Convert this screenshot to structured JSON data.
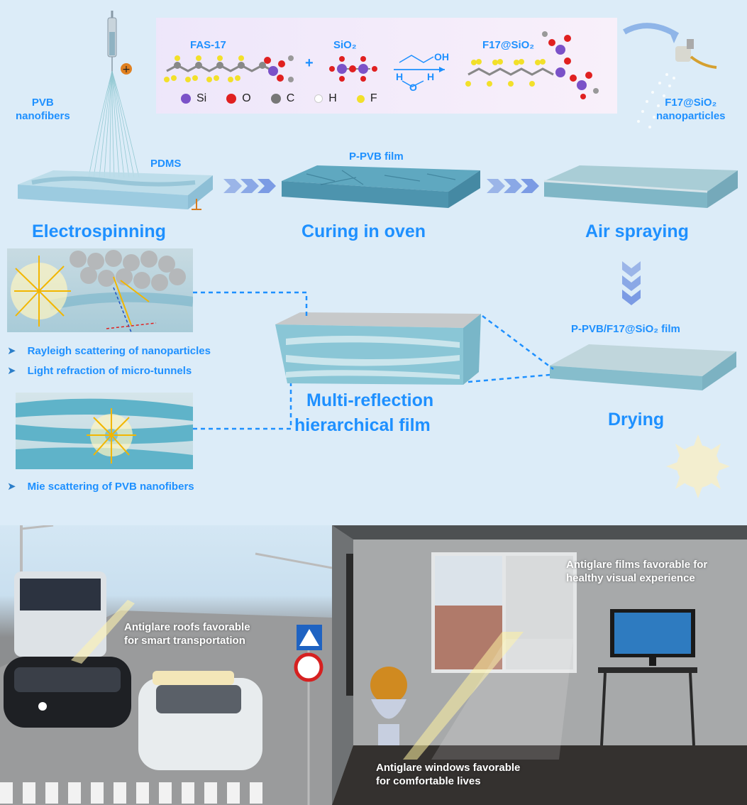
{
  "colors": {
    "accent": "#1e90ff",
    "background": "#dcecf8",
    "film": "#6fb9cf",
    "si": "#7b52c8",
    "o": "#e02020",
    "c": "#777777",
    "h": "#ffffff",
    "f": "#f2e02a"
  },
  "top": {
    "pvb_label": "PVB\nnanofibers",
    "fas_label": "FAS-17",
    "plus": "+",
    "sio2_label": "SiO₂",
    "reagent_oh": "OH",
    "reagent_h2o_h1": "H",
    "reagent_h2o_o": "O",
    "reagent_h2o_h2": "H",
    "product_label": "F17@SiO₂",
    "spray_label": "F17@SiO₂\nnanoparticles",
    "legend": [
      {
        "symbol": "Si",
        "color": "#7b52c8"
      },
      {
        "symbol": "O",
        "color": "#e02020"
      },
      {
        "symbol": "C",
        "color": "#777777"
      },
      {
        "symbol": "H",
        "color": "#ffffff"
      },
      {
        "symbol": "F",
        "color": "#f2e02a"
      }
    ]
  },
  "process": {
    "pdms_label": "PDMS",
    "ppvb_label": "P-PVB film",
    "stage1": "Electrospinning",
    "stage2": "Curing in oven",
    "stage3": "Air spraying",
    "final_film_label": "P-PVB/F17@SiO₂ film",
    "stage4": "Drying"
  },
  "mechanism": {
    "bullet1": "Rayleigh scattering of nanoparticles",
    "bullet2": "Light refraction of micro-tunnels",
    "bullet3": "Mie scattering of PVB nanofibers",
    "center_title_line1": "Multi-reflection",
    "center_title_line2": "hierarchical film"
  },
  "scene": {
    "roof_text_line1": "Antiglare roofs favorable",
    "roof_text_line2": "for smart transportation",
    "film_text_line1": "Antiglare films favorable for",
    "film_text_line2": "healthy visual experience",
    "window_text_line1": "Antiglare windows favorable",
    "window_text_line2": "for comfortable lives"
  }
}
